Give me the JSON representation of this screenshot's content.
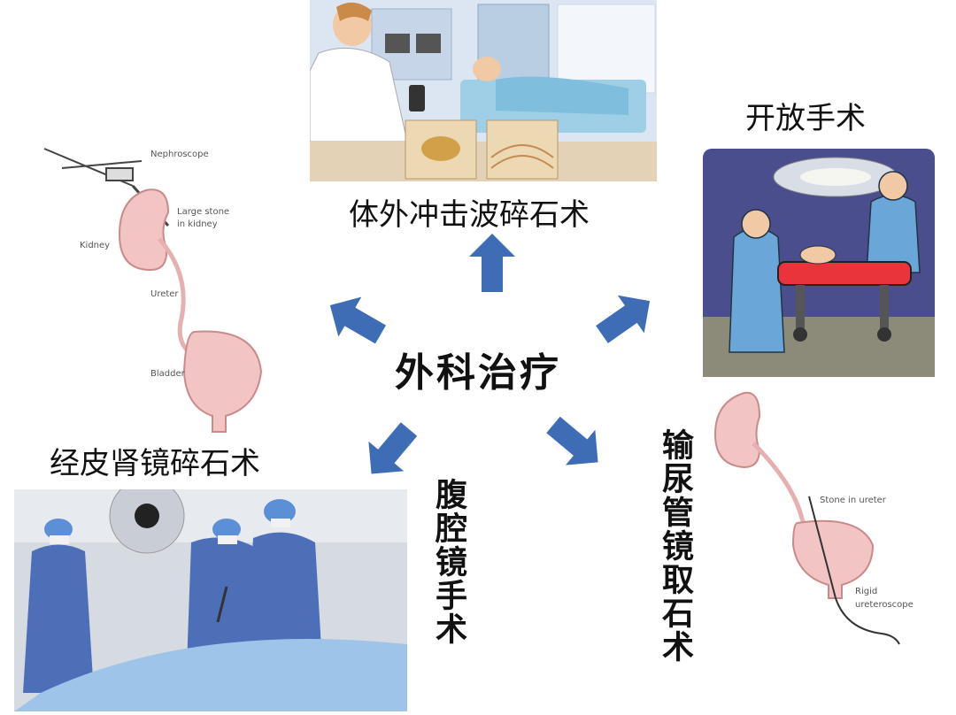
{
  "center": {
    "title": "外科治疗"
  },
  "methods": {
    "eswl": "体外冲击波碎石术",
    "open": "开放手术",
    "pcnl": "经皮肾镜碎石术",
    "laparoscopic": "腹腔镜手术",
    "ureteroscopic": "输尿管镜取石术"
  },
  "colors": {
    "arrow": "#3e6db5",
    "text": "#111111",
    "kidney": "#f2c4c4"
  }
}
